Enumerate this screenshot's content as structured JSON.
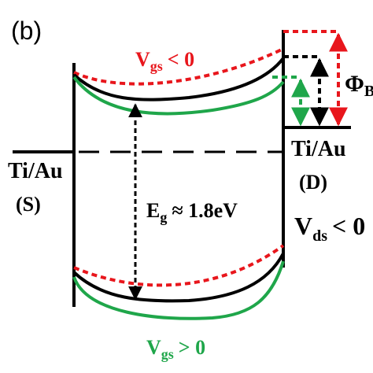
{
  "panel_label": "(b)",
  "left_contact": {
    "material": "Ti/Au",
    "terminal": "(S)"
  },
  "right_contact": {
    "material": "Ti/Au",
    "terminal": "(D)"
  },
  "gate_negative": {
    "v": "V",
    "sub": "gs",
    "rel": "< 0"
  },
  "gate_positive": {
    "v": "V",
    "sub": "gs",
    "rel": "> 0"
  },
  "drain_bias": {
    "v": "V",
    "sub": "ds",
    "rel": "< 0"
  },
  "bandgap": {
    "e": "E",
    "sub": "g",
    "value": "≈ 1.8eV"
  },
  "barrier": {
    "symbol": "Φ",
    "sub": "B"
  },
  "colors": {
    "red": "#e8161c",
    "green": "#1fa64a",
    "black": "#000000"
  }
}
